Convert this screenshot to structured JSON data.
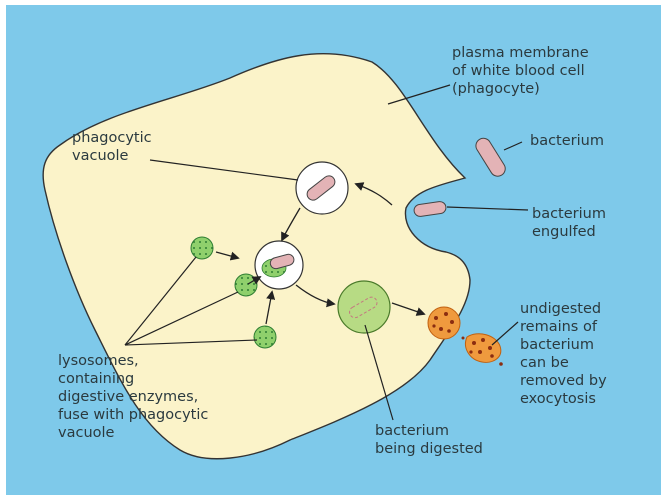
{
  "labels": {
    "plasma_membrane": "plasma membrane\nof white blood cell\n(phagocyte)",
    "phagocytic_vacuole": "phagocytic\nvacuole",
    "bacterium": "bacterium",
    "bacterium_engulfed": "bacterium\nengulfed",
    "undigested_remains": "undigested\nremains of\nbacterium\ncan be\nremoved by\nexocytosis",
    "lysosomes": "lysosomes,\ncontaining\ndigestive enzymes,\nfuse with phagocytic\nvacuole",
    "bacterium_digested": "bacterium\nbeing digested"
  },
  "colors": {
    "background": "#7ec9ea",
    "cell_fill": "#fbf3c9",
    "bacterium_fill": "#e3b3b6",
    "lysosome_fill": "#8fd06c",
    "digesting_fill": "#b7db84",
    "remains_fill": "#ef9a3e"
  }
}
